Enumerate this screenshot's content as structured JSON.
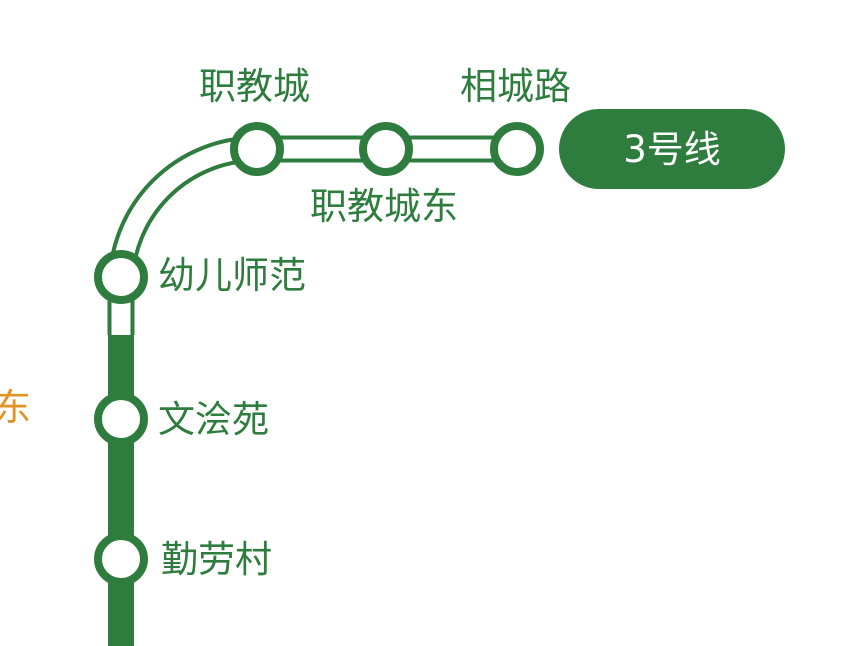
{
  "line": {
    "name": "3号线",
    "color": "#2e7d3e",
    "badge_text_color": "#ffffff"
  },
  "stations": {
    "xiangchenglu": "相城路",
    "zhijiaochengdong": "职教城东",
    "zhijiaocheng": "职教城",
    "youershifan": "幼儿师范",
    "wenhuiyuan": "文浍苑",
    "qinlaocun": "勤劳村"
  },
  "other_line": {
    "fragment": "东",
    "color": "#e39326"
  },
  "segments": {
    "under_construction_fill": "#ffffff",
    "operational_fill": "#2e7d3e"
  }
}
